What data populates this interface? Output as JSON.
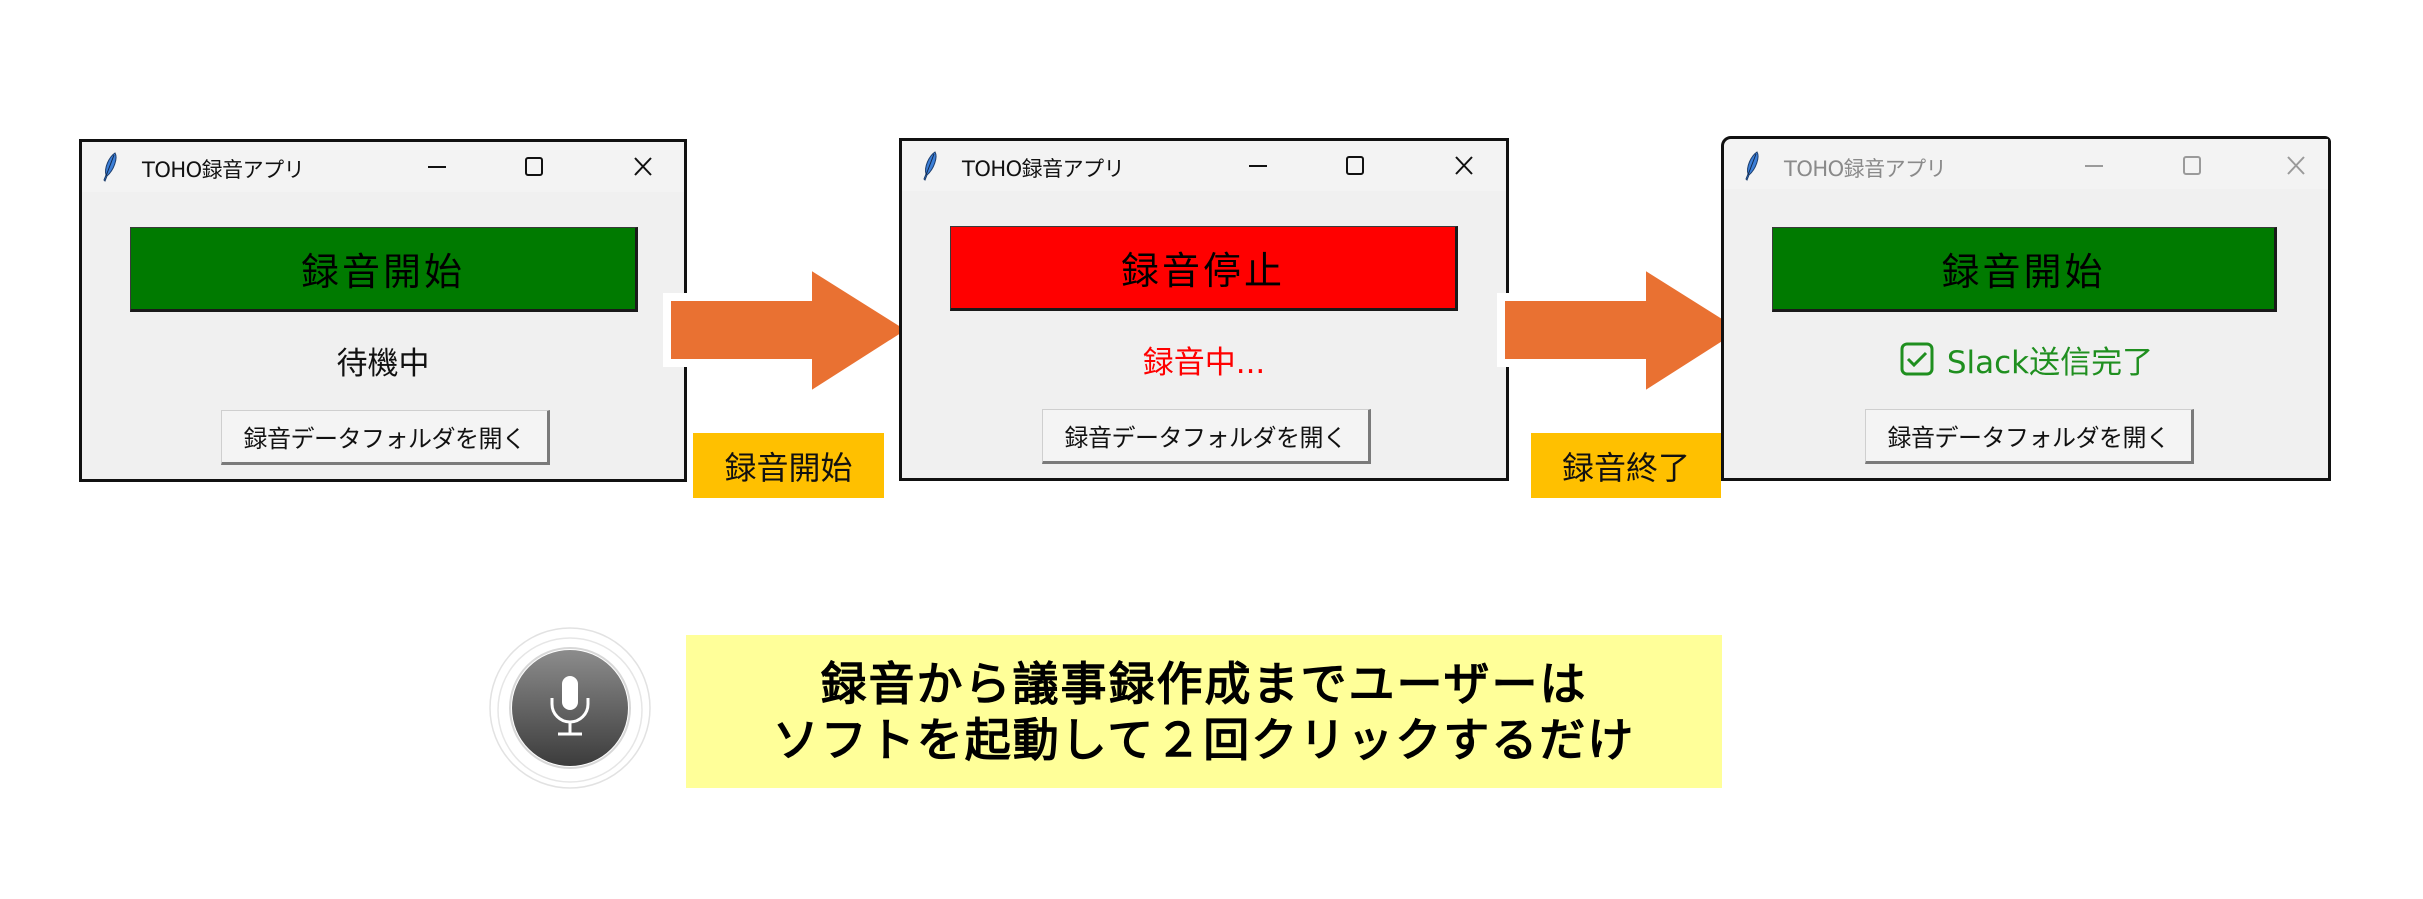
{
  "colors": {
    "start_button": "#007a00",
    "stop_button": "#ff0000",
    "recording_text": "#ff0000",
    "sent_text": "#1f8f1f",
    "arrow": "#e97132",
    "step_label_bg": "#ffc000",
    "summary_bg": "#ffff99"
  },
  "windows": [
    {
      "title": "TOHO録音アプリ",
      "state": "active",
      "main_button": {
        "label": "録音開始",
        "color": "#007a00"
      },
      "status": {
        "text": "待機中",
        "color": "#111111",
        "icon": null
      },
      "folder_button": {
        "label": "録音データフォルダを開く"
      },
      "controls": {
        "minimize": "minimize-icon",
        "maximize": "maximize-icon",
        "close": "close-icon"
      }
    },
    {
      "title": "TOHO録音アプリ",
      "state": "active",
      "main_button": {
        "label": "録音停止",
        "color": "#ff0000"
      },
      "status": {
        "text": "録音中...",
        "color": "#ff0000",
        "icon": null
      },
      "folder_button": {
        "label": "録音データフォルダを開く"
      },
      "controls": {
        "minimize": "minimize-icon",
        "maximize": "maximize-icon",
        "close": "close-icon"
      }
    },
    {
      "title": "TOHO録音アプリ",
      "state": "inactive",
      "main_button": {
        "label": "録音開始",
        "color": "#007a00"
      },
      "status": {
        "text": "Slack送信完了",
        "color": "#1f8f1f",
        "icon": "check-box-icon"
      },
      "folder_button": {
        "label": "録音データフォルダを開く"
      },
      "controls": {
        "minimize": "minimize-icon",
        "maximize": "maximize-icon",
        "close": "close-icon"
      }
    }
  ],
  "steps": [
    {
      "label": "録音開始",
      "icon": "arrow-right-icon"
    },
    {
      "label": "録音終了",
      "icon": "arrow-right-icon"
    }
  ],
  "summary": {
    "icon": "microphone-icon",
    "lines": [
      "録音から議事録作成までユーザーは",
      "ソフトを起動して２回クリックするだけ"
    ]
  }
}
